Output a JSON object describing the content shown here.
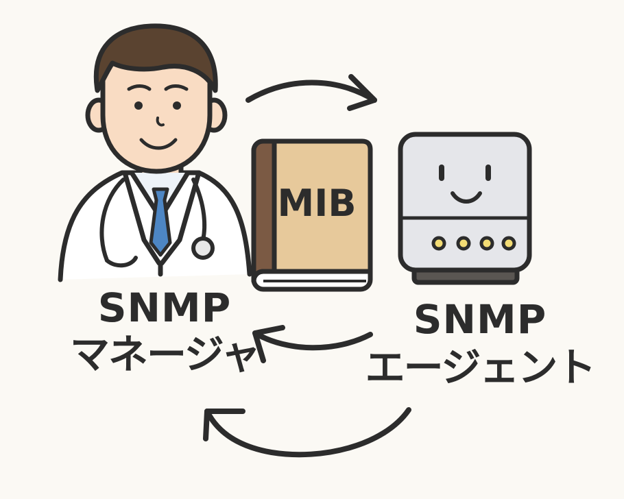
{
  "manager": {
    "title": "SNMP",
    "subtitle": "マネージャ"
  },
  "agent": {
    "title": "SNMP",
    "subtitle": "エージェント"
  },
  "mib": {
    "label": "MIB"
  },
  "colors": {
    "background": "#fbf9f4",
    "outline": "#2c2c2c",
    "skin": "#f9dcc3",
    "hair": "#5a4330",
    "coat": "#ffffff",
    "tie": "#4d86c4",
    "book_cover": "#e7c99b",
    "book_spine": "#7b5a44",
    "device_body": "#e5e6ea",
    "device_base": "#5a5652",
    "device_led": "#f3dc74"
  },
  "icons": [
    "doctor-icon",
    "book-icon",
    "server-icon",
    "arrow-icon"
  ]
}
